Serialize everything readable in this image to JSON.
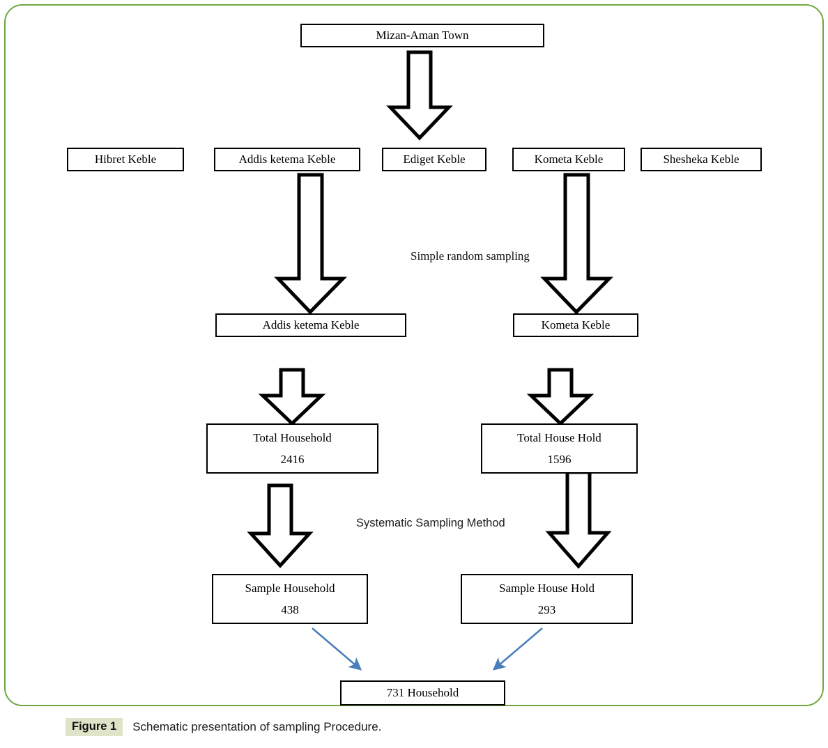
{
  "figure": {
    "tag": "Figure 1",
    "caption": "Schematic presentation of sampling Procedure.",
    "frame_color": "#6fa83f",
    "tag_background": "#dfe3c8",
    "blue_arrow_color": "#4a7ebb",
    "box_border_color": "#000000"
  },
  "diagram": {
    "type": "flowchart",
    "title": "Schematic presentation of sampling Procedure",
    "root": {
      "label": "Mizan-Aman Town"
    },
    "kebele_row": [
      {
        "label": "Hibret Keble",
        "selected": false
      },
      {
        "label": "Addis ketema Keble",
        "selected": true
      },
      {
        "label": "Ediget Keble",
        "selected": false
      },
      {
        "label": "Kometa Keble",
        "selected": true
      },
      {
        "label": "Shesheka Keble",
        "selected": false
      }
    ],
    "stage_labels": {
      "random": "Simple random sampling",
      "systematic": "Systematic Sampling Method"
    },
    "selected_kebeles": [
      {
        "label": "Addis ketema Keble"
      },
      {
        "label": "Kometa Keble"
      }
    ],
    "total_households": [
      {
        "label": "Total Household",
        "value": "2416"
      },
      {
        "label": "Total House Hold",
        "value": "1596"
      }
    ],
    "sample_households": [
      {
        "label": "Sample Household",
        "value": "438"
      },
      {
        "label": "Sample House Hold",
        "value": "293"
      }
    ],
    "final": {
      "label": "731 Household"
    }
  }
}
